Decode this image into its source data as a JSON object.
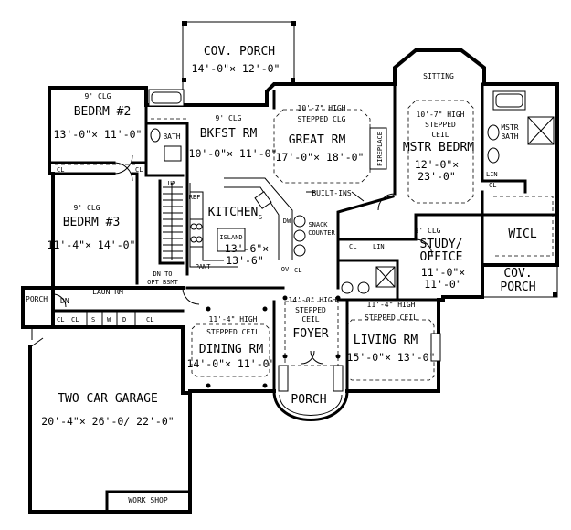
{
  "rooms": {
    "cov_porch_top": {
      "name": "COV. PORCH",
      "dims": "14'-0\"× 12'-0\""
    },
    "bedrm2": {
      "ceiling": "9' CLG",
      "name": "BEDRM #2",
      "dims": "13'-0\"× 11'-0\""
    },
    "bath2": {
      "name": "BATH"
    },
    "bkfst": {
      "ceiling": "9' CLG",
      "name": "BKFST RM",
      "dims": "10'-0\"× 11'-0\""
    },
    "great": {
      "ceiling_1": "10'-7\" HIGH",
      "ceiling_2": "STEPPED CLG",
      "name": "GREAT RM",
      "dims": "17'-0\"× 18'-0\""
    },
    "fireplace": {
      "name": "FIREPLACE"
    },
    "sitting": {
      "name": "SITTING"
    },
    "mstr_bedrm": {
      "ceiling_1": "10'-7\" HIGH",
      "ceiling_2": "STEPPED",
      "ceiling_3": "CEIL",
      "name": "MSTR BEDRM",
      "dims_1": "12'-0\"×",
      "dims_2": "23'-0\""
    },
    "mstr_bath": {
      "name_1": "MSTR",
      "name_2": "BATH"
    },
    "bedrm3": {
      "ceiling": "9' CLG",
      "name": "BEDRM #3",
      "dims": "11'-4\"× 14'-0\""
    },
    "kitchen": {
      "name": "KITCHEN",
      "island": "ISLAND",
      "dims_1": "13'-6\"×",
      "dims_2": "13'-6\""
    },
    "study": {
      "ceiling": "9' CLG",
      "name_1": "STUDY/",
      "name_2": "OFFICE",
      "dims_1": "11'-0\"×",
      "dims_2": "11'-0\""
    },
    "wicl": {
      "name": "WICL"
    },
    "cov_porch_right": {
      "name_1": "COV.",
      "name_2": "PORCH"
    },
    "porch_left": {
      "name": "PORCH"
    },
    "laun": {
      "name": "LAUN RM",
      "dn": "DN"
    },
    "foyer": {
      "ceiling_1": "14'-0\" HIGH",
      "ceiling_2": "STEPPED",
      "ceiling_3": "CEIL",
      "name": "FOYER"
    },
    "dining": {
      "ceiling_1": "11'-4\" HIGH",
      "ceiling_2": "STEPPED CEIL",
      "name": "DINING RM",
      "dims": "14'-0\"× 11'-0\""
    },
    "living": {
      "ceiling_1": "11'-4\" HIGH",
      "ceiling_2": "STEPPED CEIL",
      "name": "LIVING RM",
      "dims": "15'-0\"× 13'-0\""
    },
    "porch_front": {
      "name": "PORCH"
    },
    "garage": {
      "name": "TWO CAR GARAGE",
      "dims": "20'-4\"× 26'-0/ 22'-0\""
    },
    "workshop": {
      "name": "WORK SHOP"
    }
  },
  "notes": {
    "built_ins": "BUILT-INS",
    "snack_1": "SNACK",
    "snack_2": "COUNTER",
    "dn_bsmt_1": "DN TO",
    "dn_bsmt_2": "OPT BSMT",
    "up": "UP",
    "ref": "REF",
    "pant": "PANT",
    "dw": "DW",
    "ov": "OV",
    "s": "S"
  },
  "closets": {
    "cl": "CL",
    "lin": "LIN",
    "s": "S",
    "w": "W",
    "d": "D"
  }
}
